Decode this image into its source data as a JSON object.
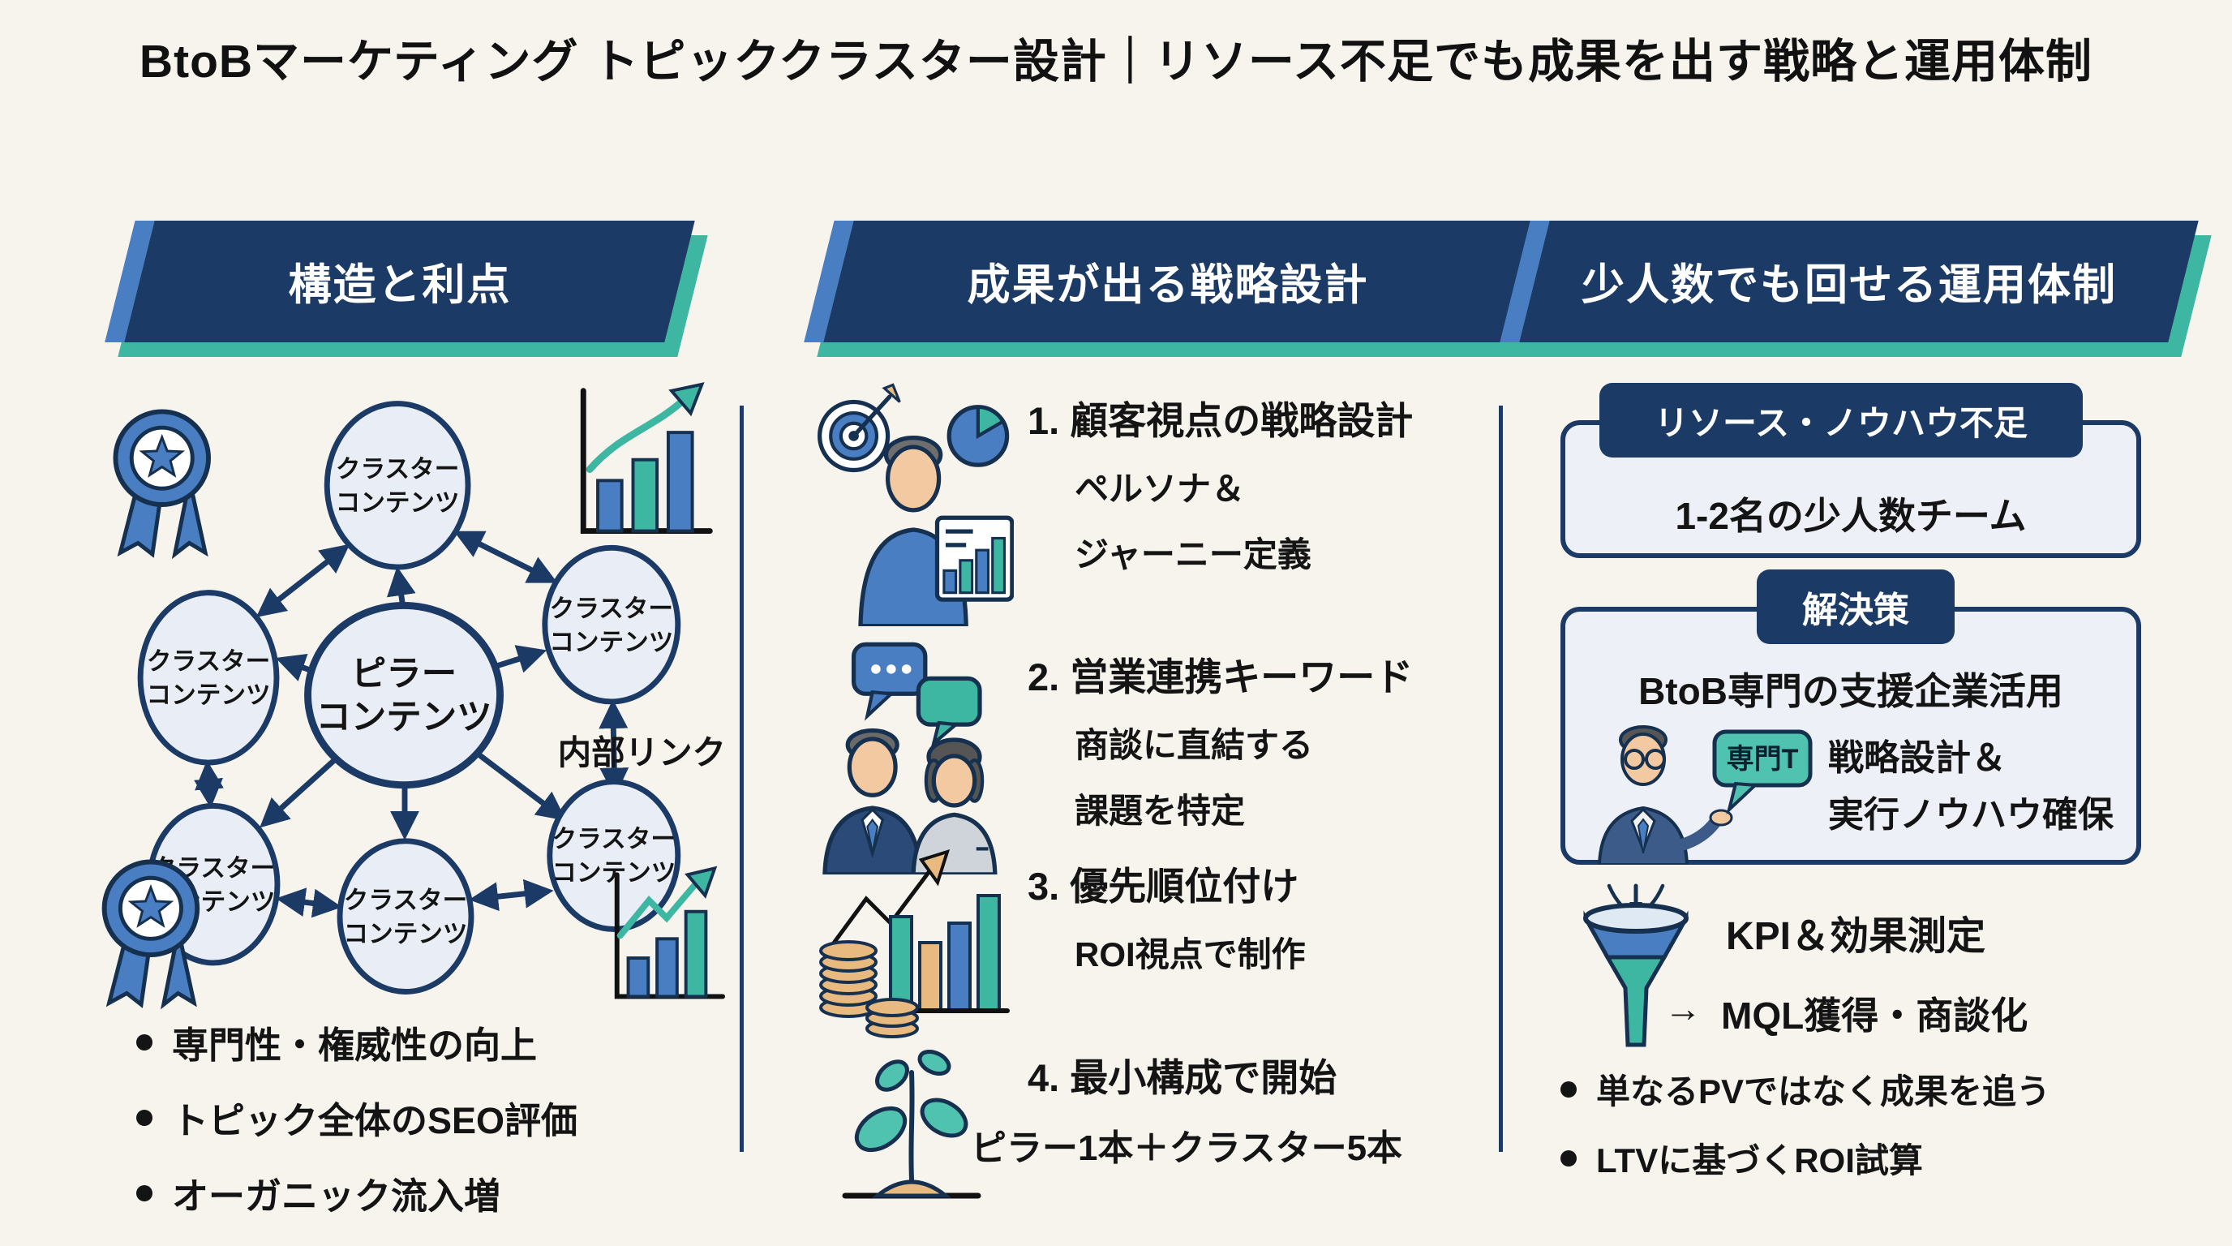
{
  "title": "BtoBマーケティング トピッククラスター設計｜リソース不足でも成果を出す戦略と運用体制",
  "colors": {
    "navy": "#1c3a66",
    "blue": "#4a7ec2",
    "teal": "#3eb7a2",
    "background": "#f7f4ee",
    "circle_fill": "#e9eef6",
    "box_fill": "#edf1f7",
    "coin_tan": "#e9ba80",
    "text": "#141414"
  },
  "structure": {
    "header": "構造と利点",
    "diagram": {
      "pillar_line1": "ピラー",
      "pillar_line2": "コンテンツ",
      "cluster_line1": "クラスター",
      "cluster_line2": "コンテンツ",
      "internal_link_label": "内部リンク",
      "icons": [
        "award-badge",
        "growth-chart"
      ]
    },
    "bullets": [
      "専門性・権威性の向上",
      "トピック全体のSEO評価",
      "オーガニック流入増"
    ]
  },
  "strategy": {
    "header": "成果が出る戦略設計",
    "items": [
      {
        "num": "1.",
        "title": "顧客視点の戦略設計",
        "line1": "ペルソナ＆",
        "line2": "ジャーニー定義",
        "icon": "persona-target-chart"
      },
      {
        "num": "2.",
        "title": "営業連携キーワード",
        "line1": "商談に直結する",
        "line2": "課題を特定",
        "icon": "sales-conversation"
      },
      {
        "num": "3.",
        "title": "優先順位付け",
        "line1": "ROI視点で制作",
        "line2": "",
        "icon": "coins-growth-chart"
      },
      {
        "num": "4.",
        "title": "最小構成で開始",
        "line1": "ピラー1本＋クラスター5本",
        "line2": "",
        "icon": "seedling"
      }
    ]
  },
  "operation": {
    "header": "少人数でも回せる運用体制",
    "problem_box": {
      "tab": "リソース・ノウハウ不足",
      "body": "1-2名の少人数チーム"
    },
    "solution_box": {
      "tab": "解決策",
      "heading": "BtoB専門の支援企業活用",
      "bubble_label": "専門T",
      "line1": "戦略設計＆",
      "line2": "実行ノウハウ確保",
      "icon": "consultant"
    },
    "kpi": {
      "icon": "funnel",
      "title": "KPI＆効果測定",
      "arrow": "→",
      "result": "MQL獲得・商談化"
    },
    "bullets": [
      "単なるPVではなく成果を追う",
      "LTVに基づくROI試算"
    ]
  }
}
